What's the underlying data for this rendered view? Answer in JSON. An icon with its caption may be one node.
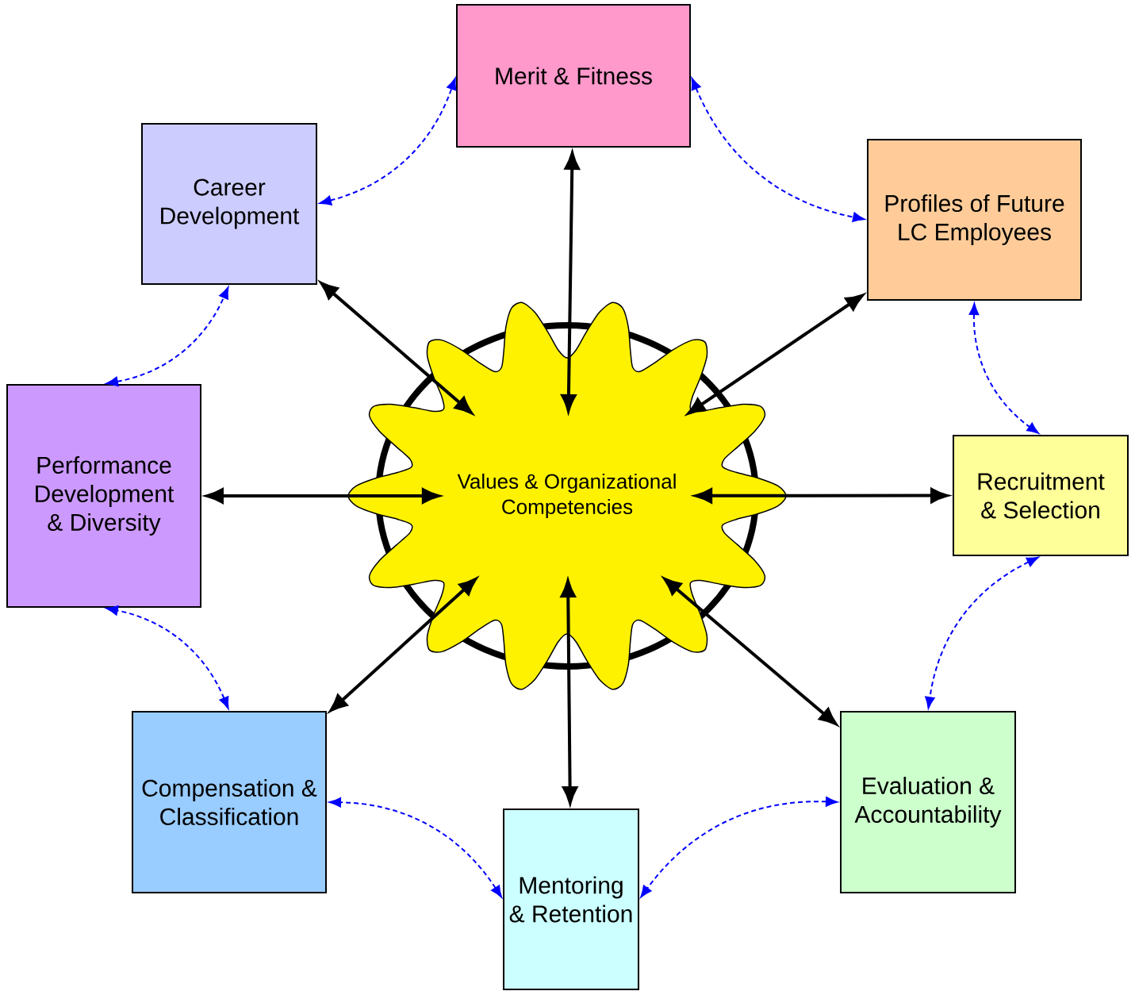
{
  "diagram": {
    "nodes": [
      {
        "text": [
          "Values & Organizational Competencies"
        ]
      },
      {
        "text": [
          "Merit & Fitness"
        ]
      },
      {
        "text": [
          "Profiles of Future LC Employees"
        ]
      },
      {
        "text": [
          "Recruitment & Selection"
        ]
      },
      {
        "text": [
          "Evaluation & Accountability"
        ]
      },
      {
        "text": [
          "Mentoring & Retention"
        ]
      },
      {
        "text": [
          "Compensation & Classification"
        ]
      },
      {
        "text": [
          "Performance Development & Diversity"
        ]
      },
      {
        "text": [
          "Career Development"
        ]
      }
    ],
    "edges": [
      {
        "from": 0,
        "to": 1,
        "arrow": "both"
      },
      {
        "from": 0,
        "to": 2,
        "arrow": "both"
      },
      {
        "from": 0,
        "to": 3,
        "arrow": "both"
      },
      {
        "from": 0,
        "to": 4,
        "arrow": "both"
      },
      {
        "from": 0,
        "to": 5,
        "arrow": "both"
      },
      {
        "from": 0,
        "to": 6,
        "arrow": "both"
      },
      {
        "from": 0,
        "to": 7,
        "arrow": "both"
      },
      {
        "from": 0,
        "to": 8,
        "arrow": "both"
      },
      {
        "from": 1,
        "to": 2,
        "arrow": "both",
        "style": "dashed",
        "color": "#0000ff"
      },
      {
        "from": 2,
        "to": 3,
        "arrow": "both",
        "style": "dashed",
        "color": "#0000ff"
      },
      {
        "from": 3,
        "to": 4,
        "arrow": "both",
        "style": "dashed",
        "color": "#0000ff"
      },
      {
        "from": 4,
        "to": 5,
        "arrow": "both",
        "style": "dashed",
        "color": "#0000ff"
      },
      {
        "from": 5,
        "to": 6,
        "arrow": "both",
        "style": "dashed",
        "color": "#0000ff"
      },
      {
        "from": 6,
        "to": 7,
        "arrow": "both",
        "style": "dashed",
        "color": "#0000ff"
      },
      {
        "from": 7,
        "to": 8,
        "arrow": "both",
        "style": "dashed",
        "color": "#0000ff"
      },
      {
        "from": 8,
        "to": 1,
        "arrow": "both",
        "style": "dashed",
        "color": "#0000ff"
      }
    ]
  }
}
